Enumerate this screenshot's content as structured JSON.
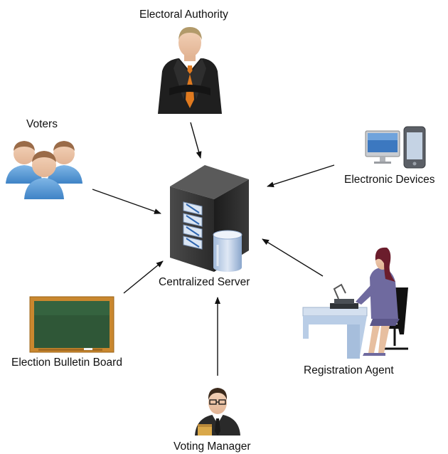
{
  "nodes": {
    "electoral_authority": "Electoral Authority",
    "voters": "Voters",
    "electronic_devices": "Electronic Devices",
    "centralized_server": "Centralized Server",
    "election_bulletin_board": "Election Bulletin Board",
    "registration_agent": "Registration Agent",
    "voting_manager": "Voting Manager"
  },
  "icons": {
    "electoral_authority": "businessman-icon",
    "voters": "group-of-people-icon",
    "electronic_devices": "computer-and-phone-icon",
    "centralized_server": "server-tower-icon",
    "election_bulletin_board": "chalkboard-icon",
    "registration_agent": "woman-at-desk-icon",
    "voting_manager": "man-with-glasses-icon"
  },
  "edges": [
    {
      "from": "Electoral Authority",
      "to": "Centralized Server"
    },
    {
      "from": "Voters",
      "to": "Centralized Server"
    },
    {
      "from": "Electronic Devices",
      "to": "Centralized Server"
    },
    {
      "from": "Election Bulletin Board",
      "to": "Centralized Server"
    },
    {
      "from": "Registration Agent",
      "to": "Centralized Server"
    },
    {
      "from": "Voting Manager",
      "to": "Centralized Server"
    }
  ]
}
